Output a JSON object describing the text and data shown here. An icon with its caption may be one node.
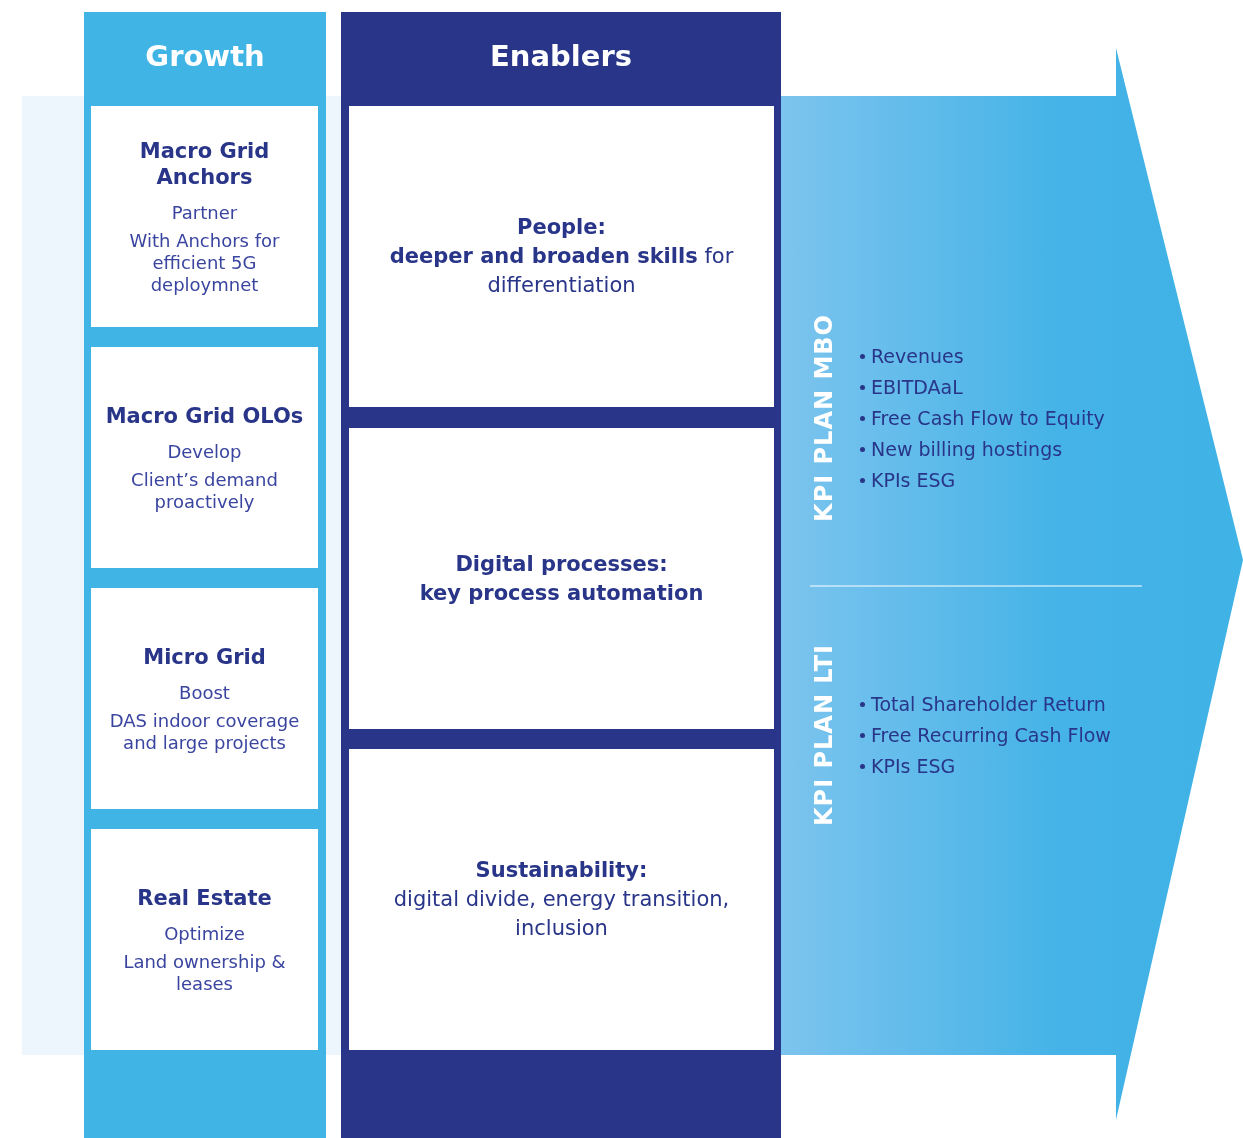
{
  "diagram": {
    "nodes": [
      {
        "text": [
          "Growth"
        ]
      },
      {
        "text": [
          "Macro Grid Anchors",
          "Partner",
          "With Anchors for efficient 5G deploymnet"
        ],
        "in": 0
      },
      {
        "text": [
          "Macro Grid OLOs",
          "Develop",
          "Client’s demand proactively"
        ],
        "in": 0
      },
      {
        "text": [
          "Micro Grid",
          "Boost",
          "DAS indoor coverage and large projects"
        ],
        "in": 0
      },
      {
        "text": [
          "Real Estate",
          "Optimize",
          "Land ownership & leases"
        ],
        "in": 0
      },
      {
        "text": [
          "Enablers"
        ]
      },
      {
        "text": [
          "People:",
          "**deeper and broaden skills** for differentiation"
        ],
        "in": 5
      },
      {
        "text": [
          "Digital processes:",
          "key process automation"
        ],
        "in": 5
      },
      {
        "text": [
          "Sustainability:",
          "digital divide, energy transition, inclusion"
        ],
        "in": 5
      },
      {
        "text": [],
        "shape": "arrow"
      },
      {
        "text": [
          "KPI PLAN MBO",
          "Revenues",
          "EBITDAaL",
          "Free Cash Flow to Equity",
          "New billing hostings",
          "KPIs ESG"
        ],
        "in": 9
      },
      {
        "text": [
          "KPI PLAN LTI",
          "Total Shareholder Return",
          "Free Recurring Cash Flow",
          "KPIs ESG"
        ],
        "in": 9
      }
    ],
    "edges": []
  }
}
